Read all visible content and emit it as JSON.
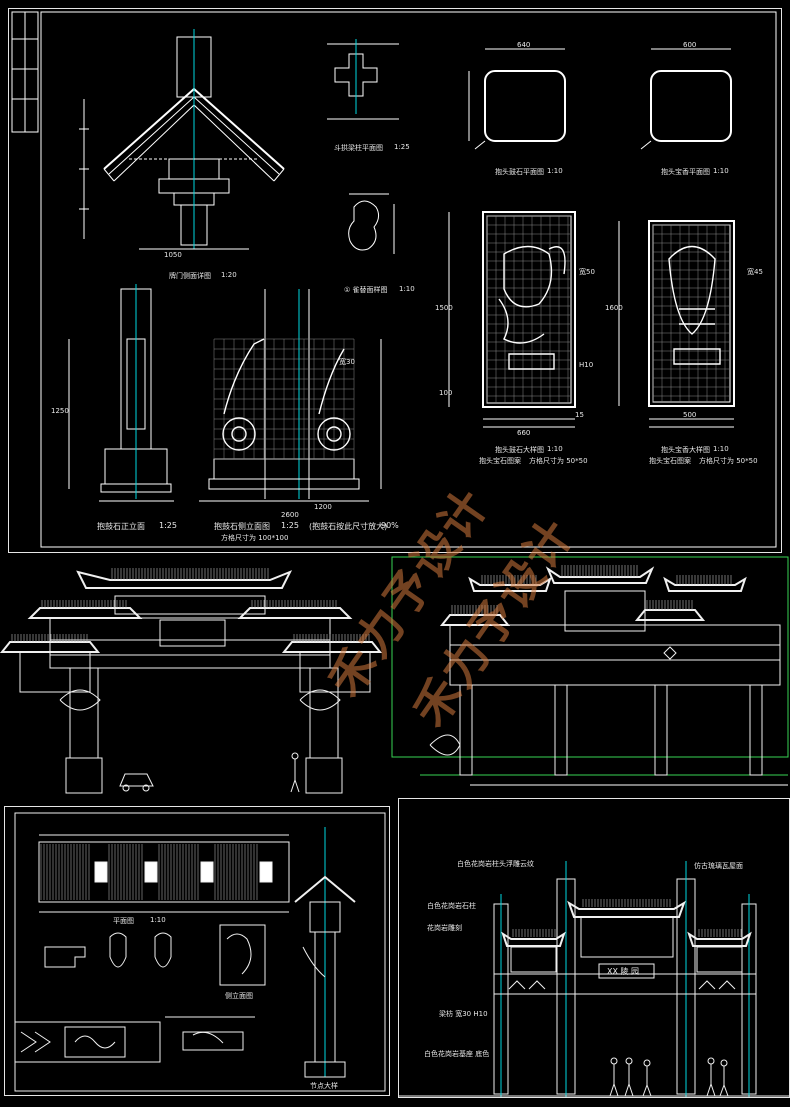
{
  "watermark": {
    "text": "禾力予设计",
    "color": "#d2783c"
  },
  "colors": {
    "line": "#ffffff",
    "cyan": "#00d8e0",
    "green": "#39d353",
    "grid": "#9a9a9a"
  },
  "panel_a": {
    "titles": {
      "side_section": "牌门侧面详图",
      "side_scale": "1:20",
      "cross_plan": "斗拱梁柱平面图",
      "cross_scale": "1:25",
      "plaque_plan_l": "抱头鼓石平面图",
      "plaque_plan_l_scale": "1:10",
      "plaque_plan_r": "抱头宝香平面图",
      "plaque_plan_r_scale": "1:10",
      "ornament": "① 雀替面样图",
      "ornament_scale": "1:10",
      "pillar_elev": "抱鼓石正立面",
      "pillar_scale": "1:25",
      "drum_elev": "抱鼓石侧立面图",
      "drum_scale": "1:25",
      "drum_note": "(抱鼓石按此尺寸放大)",
      "drum_pct": "90%",
      "drum_sub": "方格尺寸为 100*100",
      "relief_l": "抱头鼓石大样图",
      "relief_l_scale": "1:10",
      "relief_r": "抱头宝香大样图",
      "relief_r_scale": "1:10",
      "relief_l_sub": "抱头宝石图案",
      "relief_l_grid": "方格尺寸为 50*50",
      "relief_r_sub": "抱头宝石图案",
      "relief_r_grid": "方格尺寸为 50*50"
    },
    "dims": {
      "d640": "640",
      "d600": "600",
      "d660": "660",
      "d1500": "1500",
      "d1600": "1600",
      "d15": "15",
      "d1050": "1050",
      "d500": "500",
      "d1200": "1200",
      "d2600": "2600",
      "d1250": "1250",
      "d100": "100",
      "d50": "宽50",
      "d10": "H10",
      "d45": "宽45",
      "d30": "宽30"
    }
  },
  "panel_d": {
    "plaque": "XX 陵 园",
    "notes": {
      "n1": "白色花岗岩柱头浮雕云纹",
      "n2": "仿古琉璃瓦屋面",
      "n3": "白色花岗岩石柱",
      "n4": "花岗岩雕刻",
      "n5": "梁枋 宽30 H10",
      "n6": "白色花岗岩基座 底色"
    }
  },
  "panel_c": {
    "notes": {
      "n1": "平面图",
      "n2": "1:10",
      "n3": "侧立面图",
      "n4": "节点大样"
    }
  }
}
